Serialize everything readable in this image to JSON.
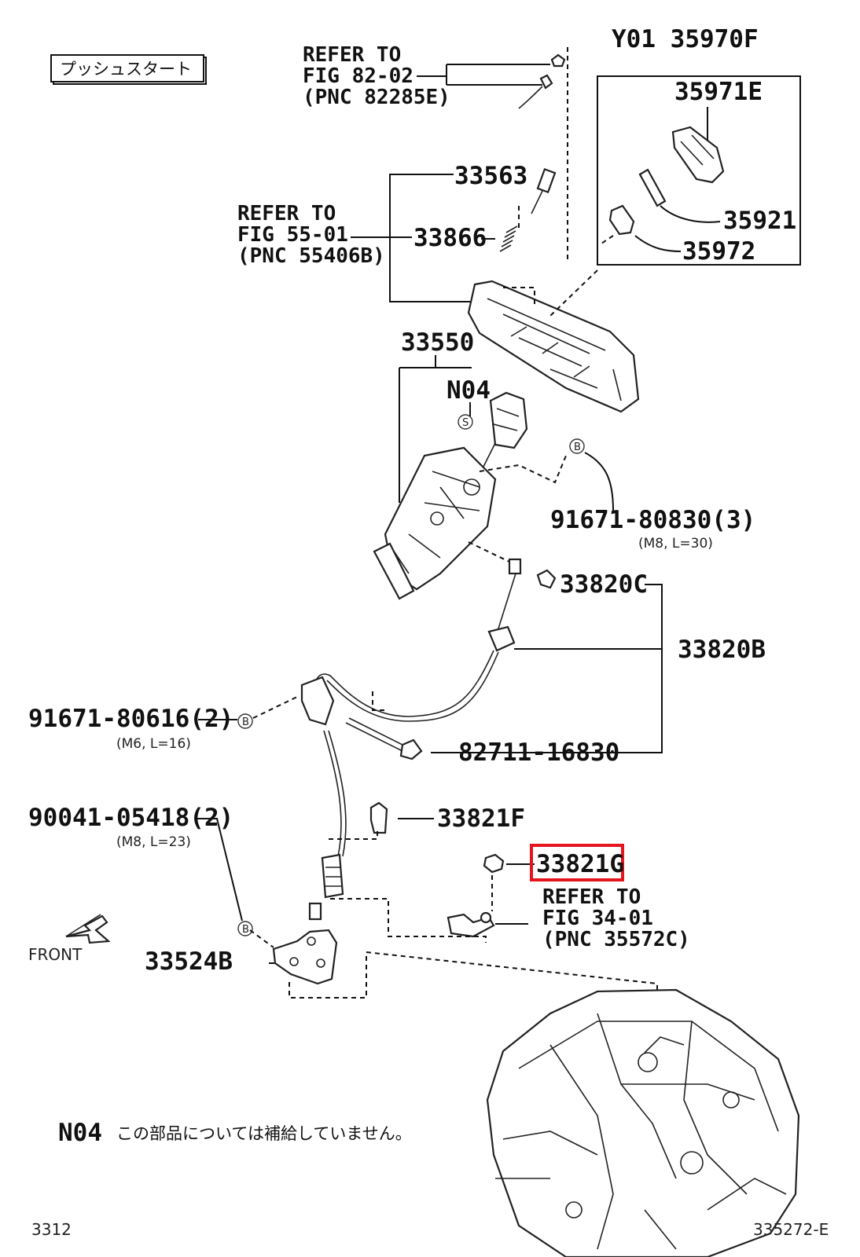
{
  "header_label": "プッシュスタート",
  "parts": {
    "p35970F": "Y01 35970F",
    "p35971E": "35971E",
    "p35921": "35921",
    "p35972": "35972",
    "p33563": "33563",
    "p33866": "33866",
    "p33550": "33550",
    "n04_tag": "N04",
    "p91671_80830": "91671-80830(3)",
    "p91671_80830_spec": "(M8, L=30)",
    "p33820C": "33820C",
    "p33820B": "33820B",
    "p91671_80616": "91671-80616(2)",
    "p91671_80616_spec": "(M6, L=16)",
    "p82711": "82711-16830",
    "p90041": "90041-05418(2)",
    "p90041_spec": "(M8, L=23)",
    "p33821F": "33821F",
    "p33821G": "33821G",
    "p33524B": "33524B"
  },
  "refs": {
    "ref1": [
      "REFER TO",
      "FIG 82-02",
      "(PNC 82285E)"
    ],
    "ref2": [
      "REFER TO",
      "FIG 55-01",
      "(PNC 55406B)"
    ],
    "ref3": [
      "REFER TO",
      "FIG 34-01",
      "(PNC 35572C)"
    ]
  },
  "callouts": {
    "s": "S",
    "b": "B"
  },
  "front_label": "FRONT",
  "note": {
    "code": "N04",
    "text": "この部品については補給していません。"
  },
  "footer": {
    "left": "3312",
    "right": "335272-E"
  },
  "highlight_color": "#e8141c"
}
